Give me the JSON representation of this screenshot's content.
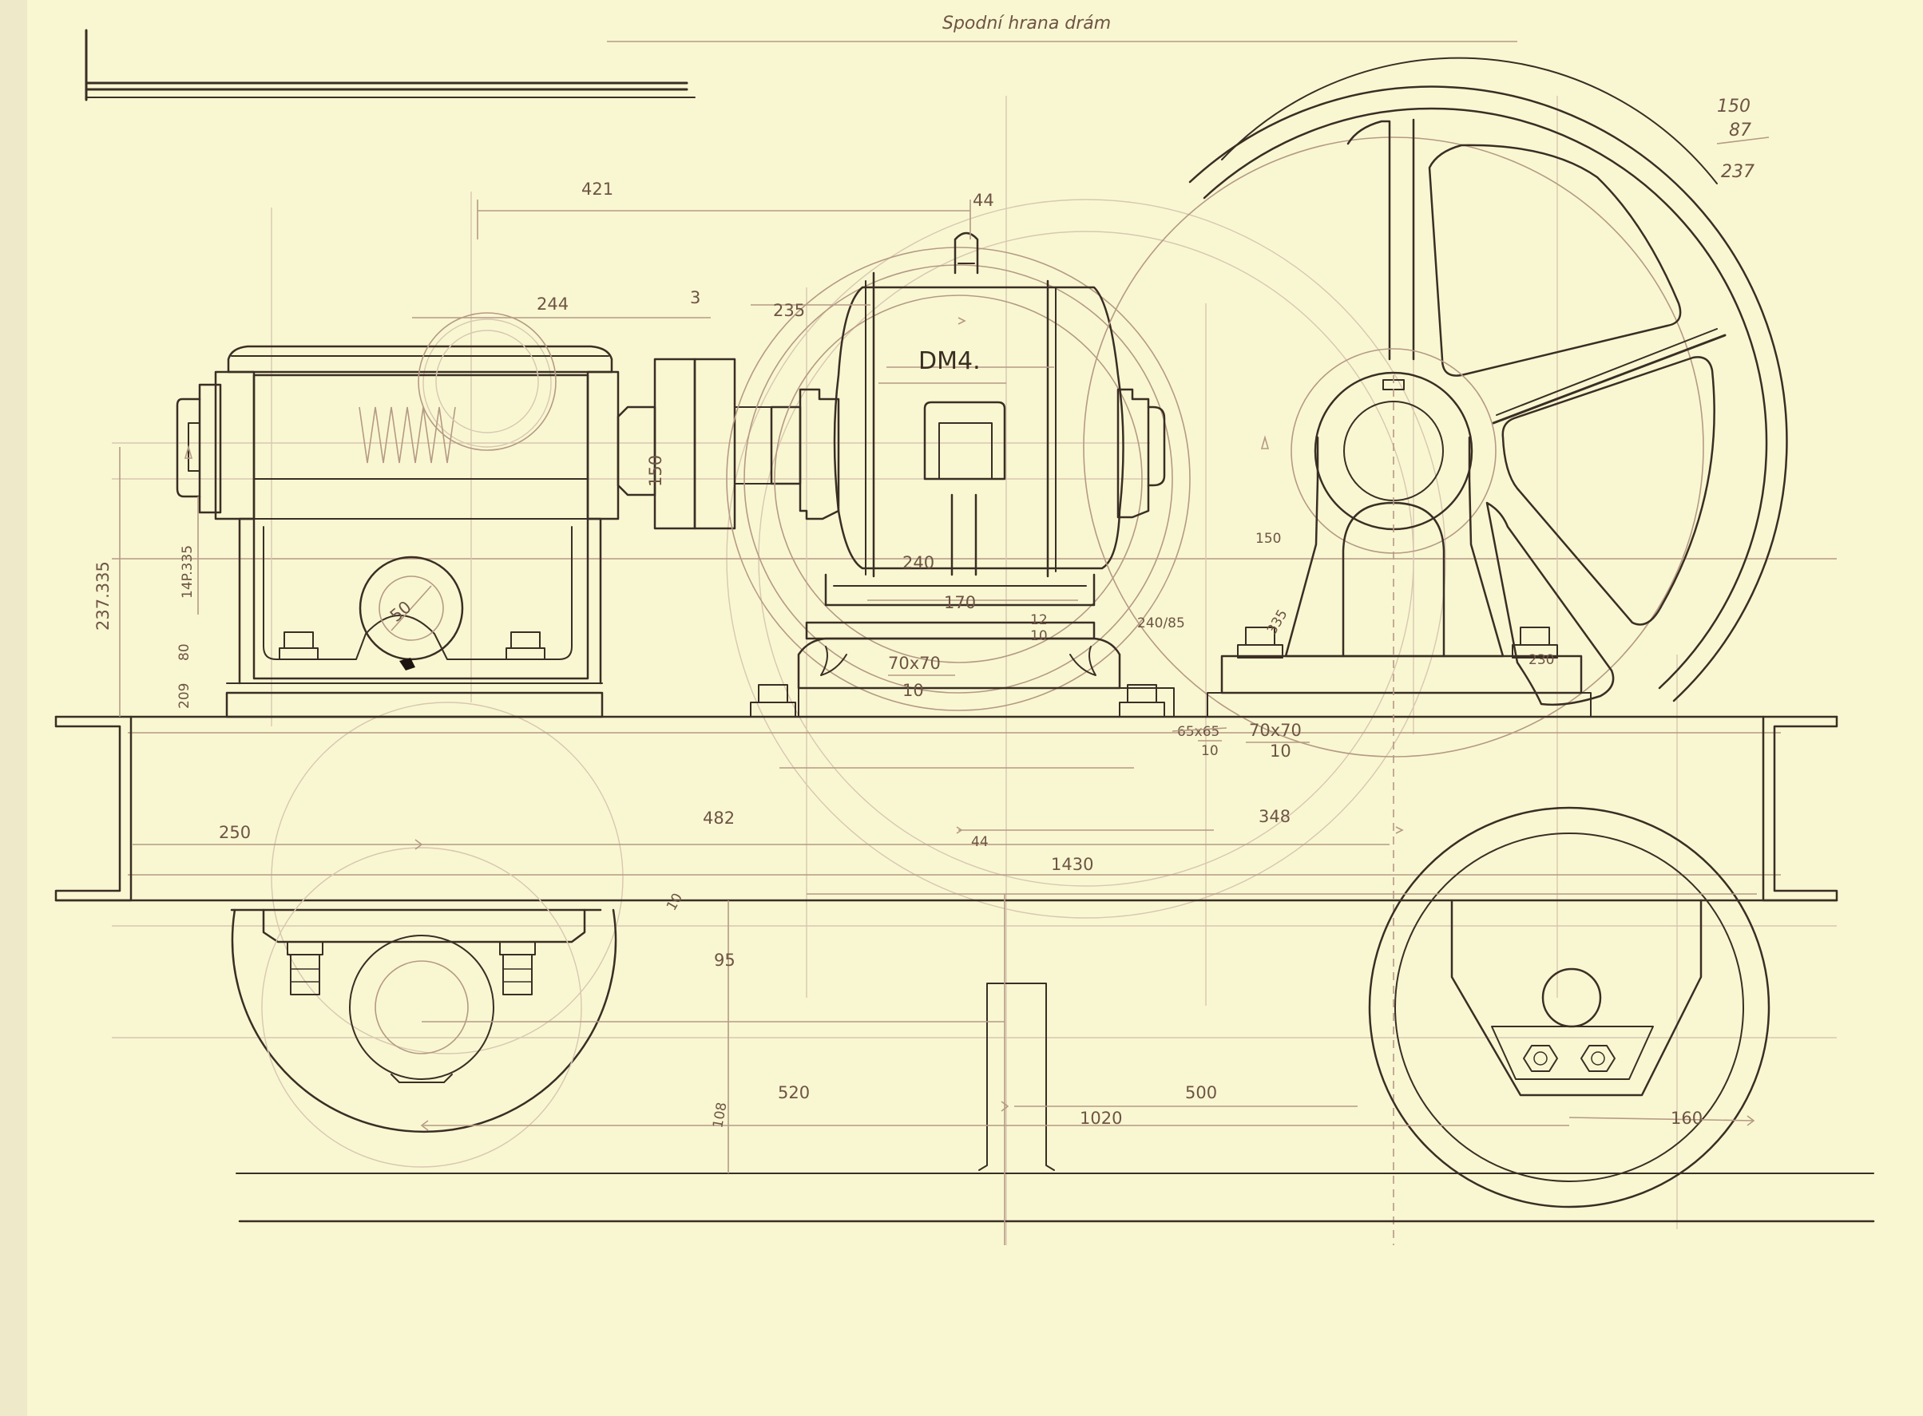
{
  "drawing": {
    "top_note": "Spodní hrana drám",
    "motor_label": "DM4.",
    "corner_note": [
      "150",
      "87",
      "237"
    ],
    "paper_color": "#f9f7d2",
    "ink_color": "#3a2e24",
    "pencil_color": "#b59a84"
  },
  "dimensions": {
    "overall_top": "421",
    "top_44": "44",
    "d244": "244",
    "d3": "3",
    "d235": "235",
    "coupling_150": "150",
    "left_height": "237.335",
    "gearbox_height": "14P.335",
    "d80": "80",
    "d209": "209",
    "shaft_50": "50",
    "d240": "240",
    "d170": "170",
    "d12": "12",
    "d10": "10",
    "angle_left": "70x70",
    "angle_left_sub": "10",
    "angle_right": "240/85",
    "bracket_150": "150",
    "d335": "335",
    "d230": "230",
    "crossed_angle": "65x65",
    "crossed_angle_sub": "10",
    "angle_mid": "70x70",
    "angle_mid_sub": "10",
    "d250": "250",
    "d482": "482",
    "d348": "348",
    "frame_44": "44",
    "d1430": "1430",
    "d10_low": "10",
    "d95": "95",
    "d520": "520",
    "d500": "500",
    "d108": "108",
    "d1020": "1020",
    "d160": "160"
  }
}
